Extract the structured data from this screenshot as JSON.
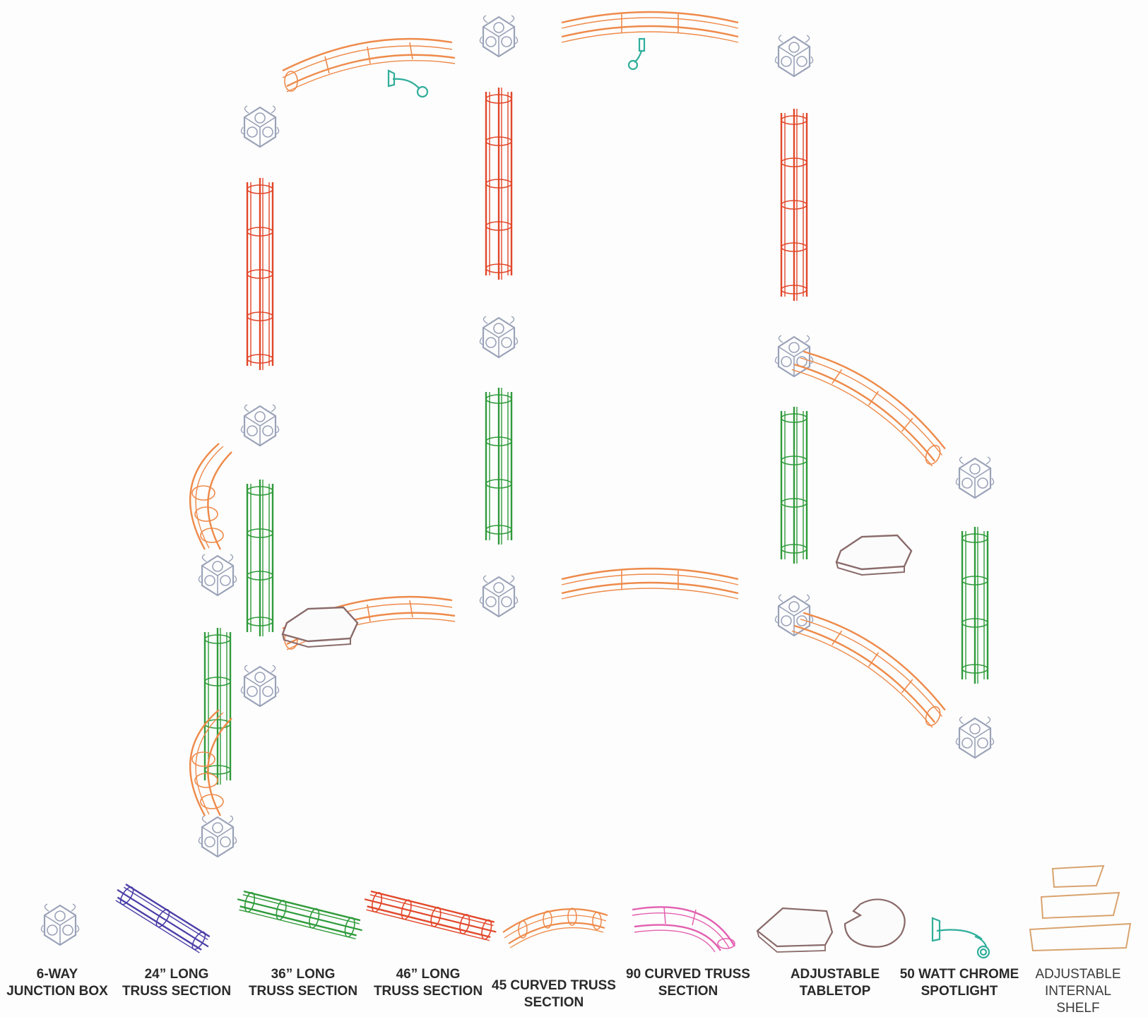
{
  "colors": {
    "junction_box": "#9aa2b8",
    "truss_24": "#4b3fa8",
    "truss_36": "#2f9b3a",
    "truss_46": "#e2472a",
    "curved_45": "#ee8a4a",
    "curved_90": "#e35fb0",
    "tabletop": "#8a6a6a",
    "spotlight": "#2fae9a",
    "shelf": "#d9a36e"
  },
  "legend": [
    {
      "id": "junction",
      "label": "6-WAY\nJUNCTION BOX",
      "icon": "junction-box-icon"
    },
    {
      "id": "truss24",
      "label": "24” LONG\nTRUSS SECTION",
      "icon": "truss-24-icon"
    },
    {
      "id": "truss36",
      "label": "36” LONG\nTRUSS SECTION",
      "icon": "truss-36-icon"
    },
    {
      "id": "truss46",
      "label": "46” LONG\nTRUSS SECTION",
      "icon": "truss-46-icon"
    },
    {
      "id": "curved45",
      "label": "45 CURVED TRUSS\nSECTION",
      "icon": "curved-truss-45-icon"
    },
    {
      "id": "curved90",
      "label": "90 CURVED TRUSS\nSECTION",
      "icon": "curved-truss-90-icon"
    },
    {
      "id": "tabletop",
      "label": "ADJUSTABLE\nTABLETOP",
      "icon": "tabletop-icon"
    },
    {
      "id": "spotlight",
      "label": "50 WATT CHROME\nSPOTLIGHT",
      "icon": "spotlight-icon"
    },
    {
      "id": "shelf",
      "label": "ADJUSTABLE\nINTERNAL SHELF",
      "icon": "shelf-icon"
    }
  ]
}
